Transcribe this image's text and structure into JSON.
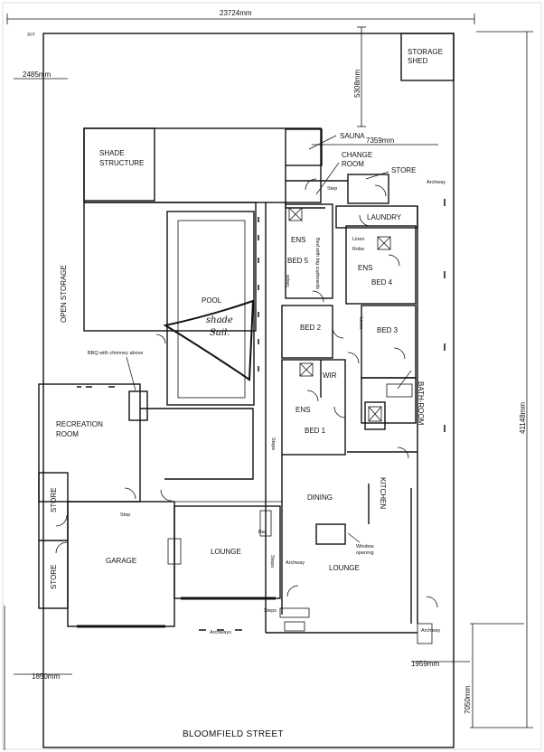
{
  "dimensions": {
    "top_width": "23724mm",
    "left_setback": "2485mm",
    "shed_offset": "5308mm",
    "sauna_width": "7359mm",
    "right_depth": "41148mm",
    "front_right": "7050mm",
    "bottom_left": "1850mm",
    "bottom_right": "1959mm"
  },
  "rooms": {
    "storage_shed": [
      "STORAGE",
      "SHED"
    ],
    "shade_structure": [
      "SHADE",
      "STRUCTURE"
    ],
    "sauna": "SAUNA",
    "change_room": [
      "CHANGE",
      "ROOM"
    ],
    "store_top": "STORE",
    "laundry": "LAUNDRY",
    "ens_1": "ENS",
    "ens_2": "ENS",
    "ens_3": "ENS",
    "bed_1": "BED 1",
    "bed_2": "BED 2",
    "bed_3": "BED 3",
    "bed_4": "BED 4",
    "bed_5": "BED 5",
    "pool": "POOL",
    "open_storage": "OPEN STORAGE",
    "wir": "WIR",
    "recreation_room": [
      "RECREATION",
      "ROOM"
    ],
    "bathroom": "BATH-ROOM",
    "kitchen": "KITCHEN",
    "dining": "DINING",
    "store_left_1": "STORE",
    "store_left_2": "STORE",
    "garage": "GARAGE",
    "lounge_1": "LOUNGE",
    "lounge_2": "LOUNGE"
  },
  "notes": {
    "bbq": "BBQ with chimney above",
    "shade_sail": [
      "shade",
      "Sail."
    ],
    "linen": "Linen",
    "robe": "Robe",
    "bed_note": "Bed with big cupboards",
    "step_1": "Step",
    "step_2": "Step",
    "steps_1": "Steps",
    "steps_2": "Steps",
    "steps_3": "Steps",
    "steps_4": "Steps",
    "archway_1": "Archway",
    "archway_2": "Archway",
    "archway_3": "Archway",
    "archways": "Archways",
    "bar": "Bar",
    "window_opening": [
      "Window",
      "opening"
    ],
    "xy": "X\\Y"
  },
  "street": "BLOOMFIELD STREET"
}
